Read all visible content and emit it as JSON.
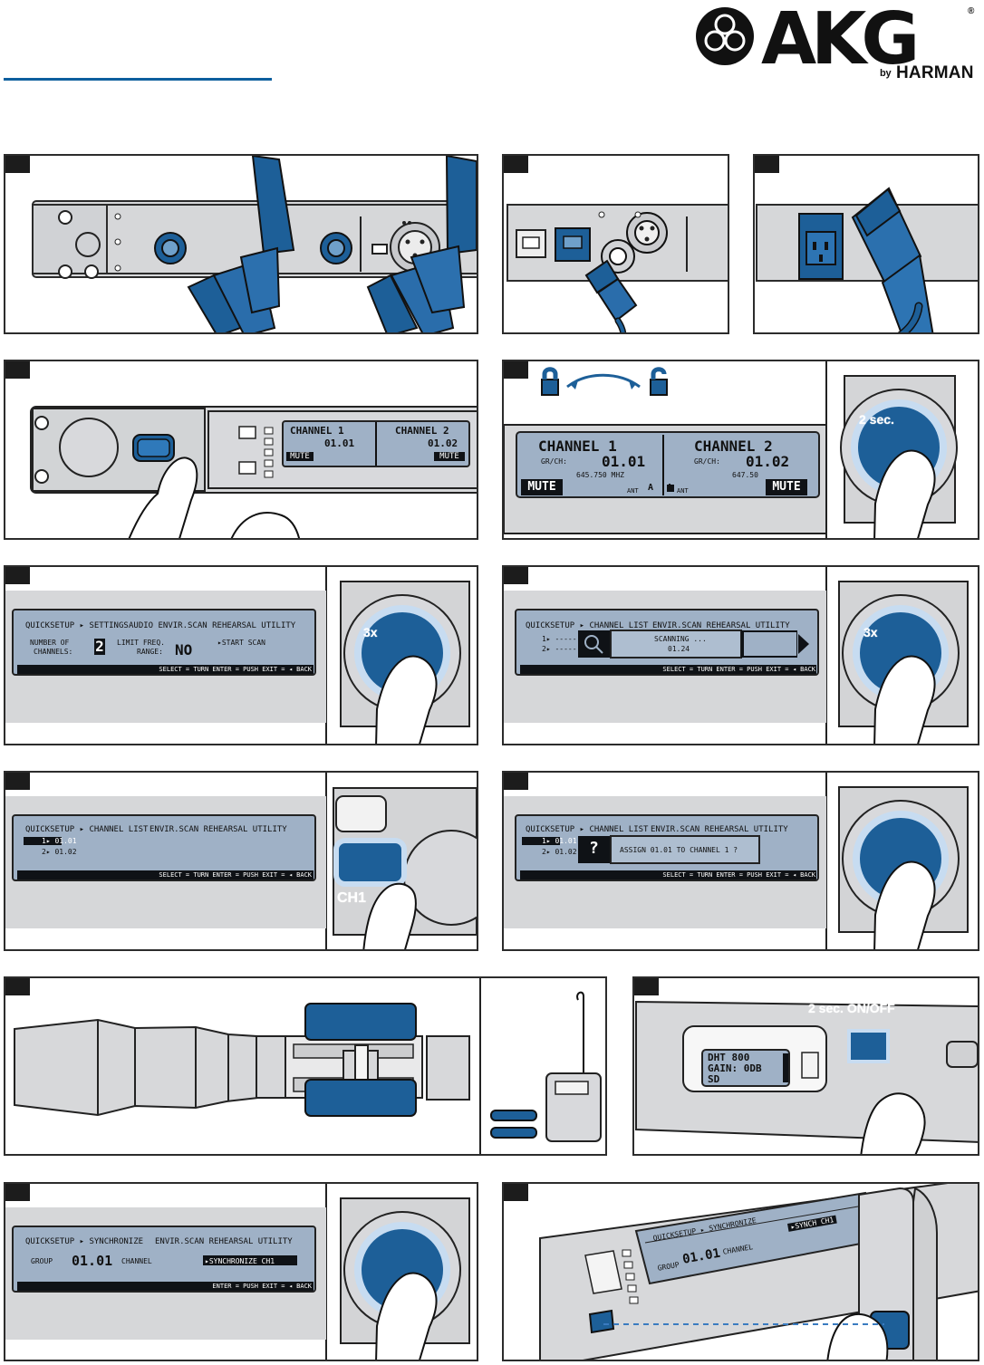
{
  "brand": {
    "logo_text": "AKG",
    "registered_mark": "®",
    "by_text": "by",
    "company_text": "HARMAN"
  },
  "colors": {
    "brand_blue": "#0d5f9e",
    "device_blue": "#1d5f98",
    "lcd_blue": "#9fb1c6",
    "device_gray": "#d7d8da"
  },
  "panels": {
    "receiver_main": {
      "channel_1": "CHANNEL 1",
      "channel_2": "CHANNEL 2",
      "group_label": "GR/CH:",
      "channel_1_value": "01.01",
      "channel_2_value": "01.02",
      "freq_1": "645.750 MHz",
      "freq_2": "647.50",
      "mute_left": "MUTE",
      "mute_right": "MUTE",
      "ant_left": "ANT",
      "ant_right": "ANT",
      "ant_letter": "A",
      "seconds_label": "2 sec."
    },
    "quicksetup_settings": {
      "menu": "QUICKSETUP ▸ SETTINGS",
      "tabs": "AUDIO ENVIR.SCAN REHEARSAL UTILITY",
      "number_of": "NUMBER OF",
      "channels": "CHANNELS:",
      "count": "2",
      "limit_freq": "LIMIT FREQ.",
      "range": "RANGE:",
      "no": "NO",
      "start_scan": "▸START SCAN",
      "footer": "SELECT = TURN  ENTER = PUSH  EXIT = ◂ BACK",
      "press_label": "3x"
    },
    "quicksetup_scan": {
      "menu": "QUICKSETUP ▸ CHANNEL LIST",
      "tabs": "ENVIR.SCAN REHEARSAL UTILITY",
      "row1": "1▸ -----",
      "row2": "2▸ -----",
      "scanning": "SCANNING ...",
      "scan_value": "01.24",
      "footer": "SELECT = TURN  ENTER = PUSH  EXIT = ◂ BACK",
      "press_label": "3x"
    },
    "channel_list": {
      "menu": "QUICKSETUP ▸ CHANNEL LIST",
      "tabs": "ENVIR.SCAN REHEARSAL UTILITY",
      "row1": "1▸ 01.01",
      "row2": "2▸ 01.02",
      "footer": "SELECT = TURN  ENTER = PUSH  EXIT = ◂ BACK",
      "button_label": "CH1"
    },
    "assign_prompt": {
      "menu": "QUICKSETUP ▸ CHANNEL LIST",
      "tabs": "ENVIR.SCAN REHEARSAL UTILITY",
      "row1": "1▸ 01.01",
      "row2": "2▸ 01.02",
      "question": "?",
      "prompt": "ASSIGN 01.01 TO CHANNEL 1 ?",
      "footer": "SELECT = TURN  ENTER = PUSH  EXIT = ◂ BACK"
    },
    "transmitter_screen": {
      "line1": "DHT 800",
      "line2": "GAIN: 0DB",
      "line3": "SD",
      "hold_label": "2 sec. ON/OFF"
    },
    "synchronize": {
      "menu": "QUICKSETUP ▸ SYNCHRONIZE",
      "tabs": "ENVIR.SCAN REHEARSAL UTILITY",
      "group": "GROUP",
      "group_value": "01.01",
      "channel": "CHANNEL",
      "sync_ch1": "▸SYNCHRONIZE CH1",
      "footer": "ENTER = PUSH  EXIT = ◂ BACK"
    },
    "sync_perspective": {
      "menu": "QUICKSETUP ▸ SYNCHRONIZE",
      "group": "GROUP",
      "group_value": "01.01",
      "channel": "CHANNEL",
      "sync_label": "▸SYNCH CH1"
    }
  }
}
